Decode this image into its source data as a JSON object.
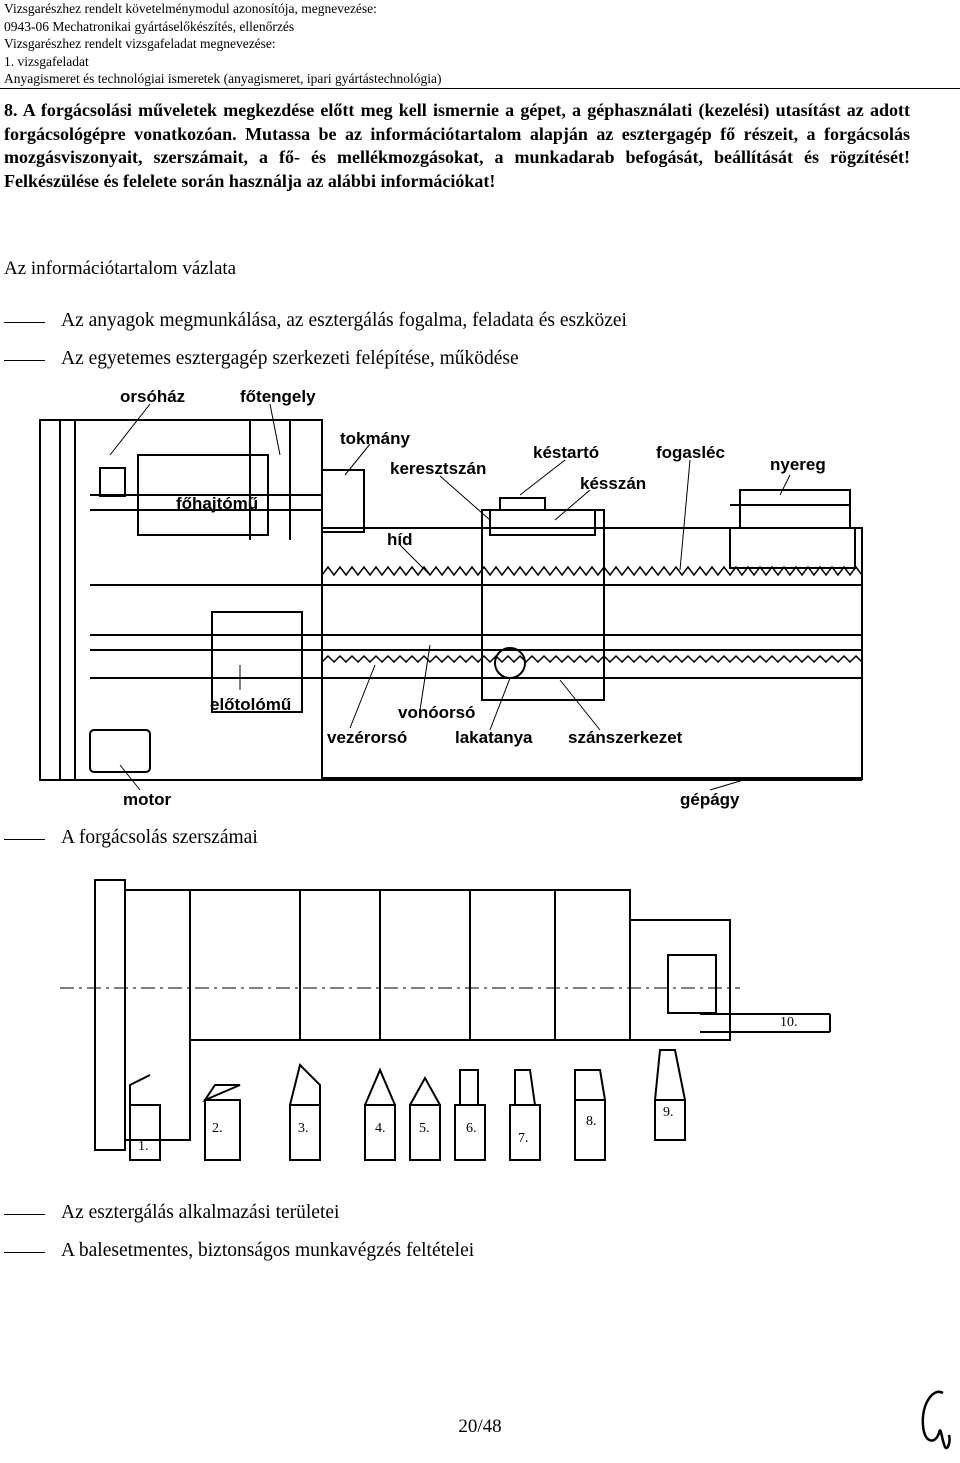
{
  "header": {
    "line1": "Vizsgarészhez rendelt követelménymodul azonosítója, megnevezése:",
    "line2": "0943-06 Mechatronikai gyártáselőkészítés, ellenőrzés",
    "line3": "Vizsgarészhez rendelt vizsgafeladat megnevezése:",
    "line4": "1. vizsgafeladat",
    "line5": "Anyagismeret és technológiai ismeretek (anyagismeret, ipari gyártástechnológia)"
  },
  "task": {
    "text": "8. A forgácsolási műveletek megkezdése előtt meg kell ismernie a gépet, a géphasználati (kezelési) utasítást az adott forgácsológépre vonatkozóan. Mutassa be az információtartalom alapján az esztergagép fő részeit, a forgácsolás mozgásviszonyait, szerszámait, a fő- és mellékmozgásokat, a munkadarab befogását, beállítását és rögzítését! Felkészülése és felelete során használja az alábbi információkat!"
  },
  "outline_title": "Az információtartalom vázlata",
  "bullets": {
    "b1": "Az anyagok megmunkálása, az esztergálás fogalma, feladata és eszközei",
    "b2": "Az egyetemes esztergagép szerkezeti felépítése, működése",
    "b3": "A forgácsolás szerszámai",
    "b4": "Az esztergálás alkalmazási területei",
    "b5": "A balesetmentes, biztonságos munkavégzés feltételei"
  },
  "lathe_labels": {
    "orsohaz": "orsóház",
    "fotengely": "főtengely",
    "tokmany": "tokmány",
    "kestarto": "késtartó",
    "fogasléc": "fogasléc",
    "nyereg": "nyereg",
    "kereszt": "keresztszán",
    "kesszan": "késszán",
    "fohajtomu": "főhajtómű",
    "hid": "híd",
    "elotolomu": "előtolómű",
    "vonoorso": "vonóorsó",
    "vezerorso": "vezérorsó",
    "lakatanya": "lakatanya",
    "szanszerkezet": "szánszerkezet",
    "motor": "motor",
    "gepagy": "gépágy"
  },
  "tool_labels": {
    "t1": "1.",
    "t2": "2.",
    "t3": "3.",
    "t4": "4.",
    "t5": "5.",
    "t6": "6.",
    "t7": "7.",
    "t8": "8.",
    "t9": "9.",
    "t10": "10."
  },
  "footer": {
    "page": "20/48"
  }
}
